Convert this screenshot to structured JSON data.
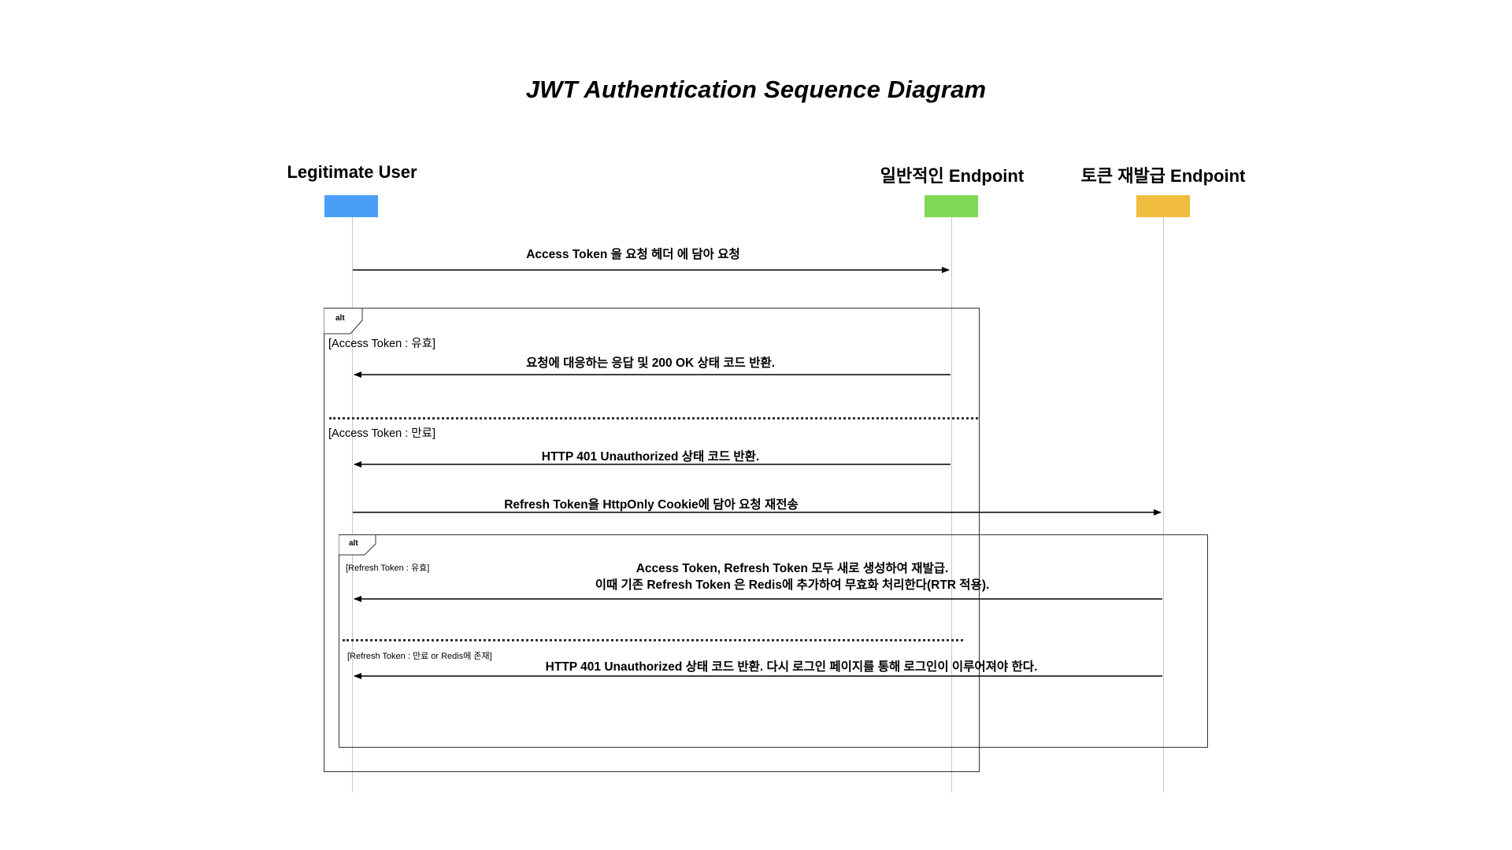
{
  "diagram": {
    "title": "JWT Authentication Sequence Diagram",
    "participants": [
      {
        "name": "Legitimate User",
        "color": "#4a9ef7"
      },
      {
        "name": "일반적인 Endpoint",
        "color": "#80d855"
      },
      {
        "name": "토큰 재발급 Endpoint",
        "color": "#f0bd3e"
      }
    ],
    "messages": {
      "m1": "Access Token 을  요청 헤더 에 담아 요청",
      "m2": "요청에 대응하는 응답 및 200 OK  상태 코드 반환.",
      "m3": "HTTP 401 Unauthorized 상태 코드 반환.",
      "m4": "Refresh Token을 HttpOnly Cookie에 담아 요청 재전송",
      "m5_line1": "Access Token, Refresh Token  모두 새로 생성하여 재발급.",
      "m5_line2": "이때 기존 Refresh Token 은 Redis에 추가하여 무효화 처리한다(RTR 적용).",
      "m6": "HTTP 401 Unauthorized 상태 코드 반환. 다시 로그인 페이지를 통해 로그인이 이루어져야 한다."
    },
    "outer_alt": {
      "tag": "alt",
      "guard_1": "[Access Token : 유효]",
      "guard_2": "[Access Token : 만료]"
    },
    "inner_alt": {
      "tag": "alt",
      "guard_1": "[Refresh Token : 유효]",
      "guard_2": "[Refresh Token : 만료 or Redis에 존재]"
    }
  }
}
